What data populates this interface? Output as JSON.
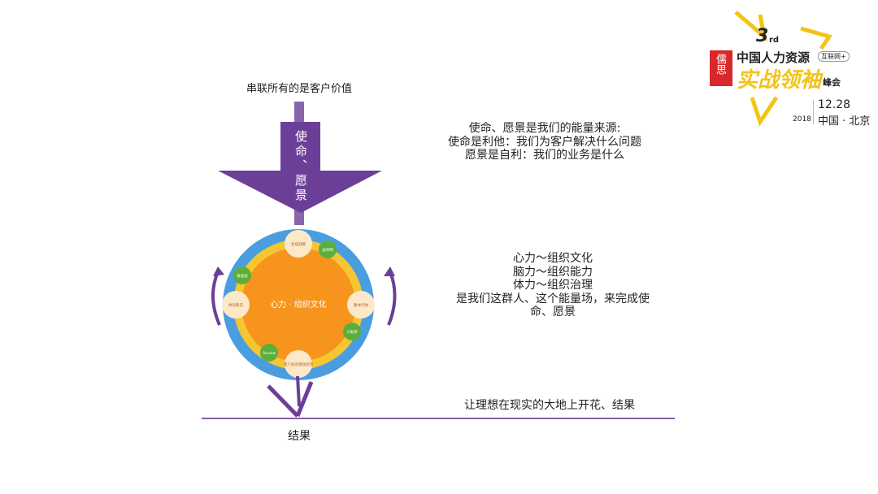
{
  "top_label": "串联所有的是客户价值",
  "arrow_text": "使命、愿景",
  "circle": {
    "center": "心力 · 组织文化",
    "nodes": [
      "生成战略",
      "战术网",
      "复盘会",
      "共同看见",
      "集体行动",
      "三板斧",
      "Review",
      "客户投诉绩效反馈"
    ]
  },
  "mission_text": [
    "使命、愿景是我们的能量来源:",
    "使命是利他：我们为客户解决什么问题",
    "愿景是自利：我们的业务是什么"
  ],
  "power_text": [
    "心力～组织文化",
    "脑力～组织能力",
    "体力～组织治理",
    "是我们这群人、这个能量场，来完成使",
    "命、愿景"
  ],
  "ground_text": "让理想在现实的大地上开花、结果",
  "result_label": "结果",
  "logo": {
    "edition": "3",
    "edition_suffix": "rd",
    "title1": "中国人力资源",
    "badge": "互联网+",
    "title2": "实战领袖",
    "title2_suffix": "峰会",
    "seal": "儒思",
    "date": "12.28",
    "year": "2018",
    "location": "中国 · 北京"
  },
  "colors": {
    "purple": "#6b3f98",
    "orange": "#f7941d",
    "yellow": "#f5c631",
    "blue": "#4a9ee0",
    "green": "#5cae3a"
  }
}
